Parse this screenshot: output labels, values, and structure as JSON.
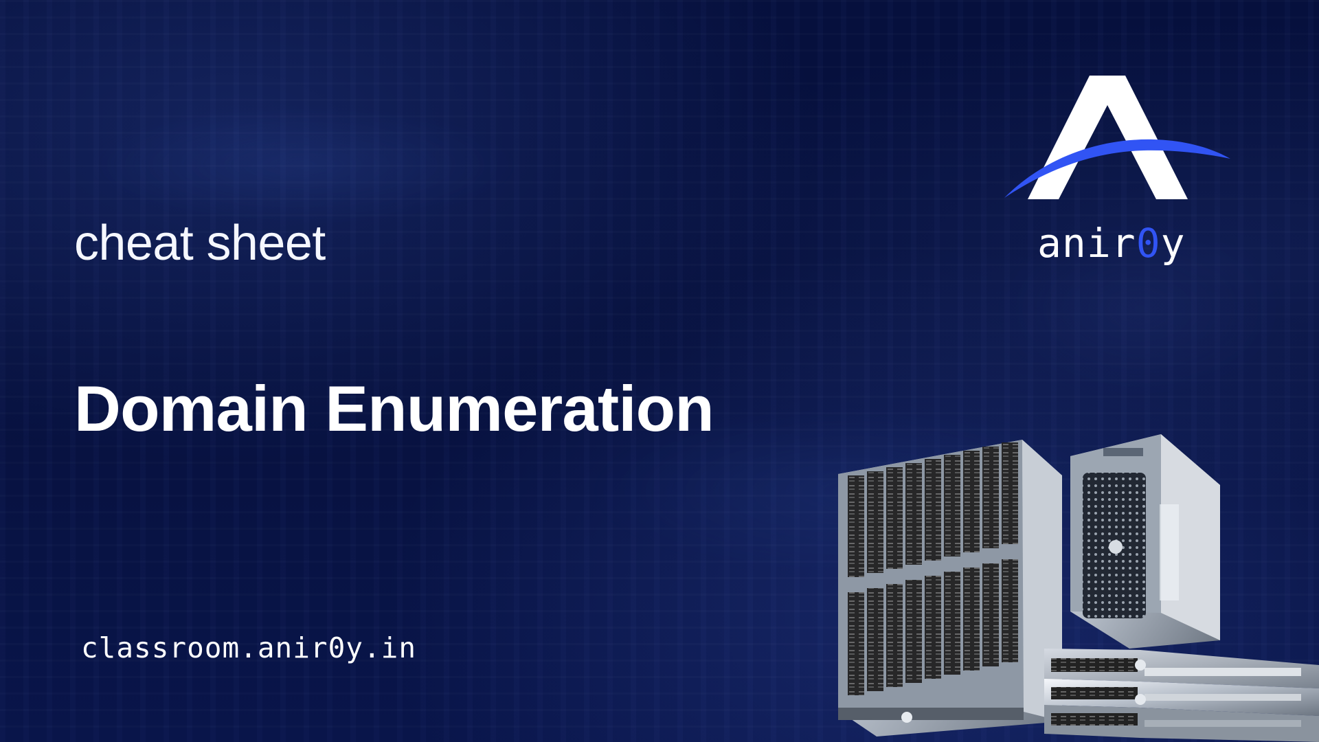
{
  "header": {
    "subtitle": "cheat sheet",
    "title": "Domain Enumeration"
  },
  "branding": {
    "logo_icon": "a-logo-icon",
    "name_prefix": "anir",
    "name_zero": "0",
    "name_suffix": "y",
    "accent_color": "#3154f4"
  },
  "footer": {
    "url": "classroom.anir0y.in"
  },
  "visual": {
    "hero_image": "server-hardware-illustration"
  }
}
